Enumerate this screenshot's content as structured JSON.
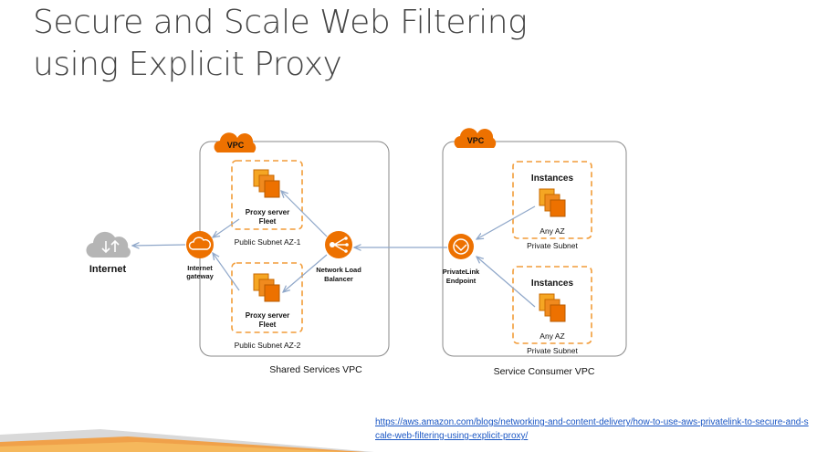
{
  "title": {
    "line1": "Secure and Scale Web Filtering",
    "line2": "using Explicit Proxy"
  },
  "diagram": {
    "internet": {
      "label": "Internet"
    },
    "internet_gateway": {
      "line1": "Internet",
      "line2": "gateway"
    },
    "shared_vpc": {
      "badge": "VPC",
      "caption": "Shared Services VPC",
      "subnet_top": {
        "fleet_line1": "Proxy server",
        "fleet_line2": "Fleet",
        "caption": "Public Subnet AZ-1"
      },
      "subnet_bottom": {
        "fleet_line1": "Proxy server",
        "fleet_line2": "Fleet",
        "caption": "Public Subnet AZ-2"
      },
      "nlb": {
        "line1": "Network Load",
        "line2": "Balancer"
      }
    },
    "consumer_vpc": {
      "badge": "VPC",
      "caption": "Service Consumer VPC",
      "endpoint": {
        "line1": "PrivateLink",
        "line2": "Endpoint"
      },
      "subnet_top": {
        "title": "Instances",
        "az": "Any AZ",
        "caption": "Private Subnet"
      },
      "subnet_bottom": {
        "title": "Instances",
        "az": "Any AZ",
        "caption": "Private Subnet"
      }
    }
  },
  "reference": {
    "url": "https://aws.amazon.com/blogs/networking-and-content-delivery/how-to-use-aws-privatelink-to-secure-and-scale-web-filtering-using-explicit-proxy/"
  },
  "colors": {
    "aws_orange": "#ed7100",
    "aws_orange_light": "#f5a623",
    "dashed_orange": "#f29c38",
    "arrow_blue": "#8fa7c9",
    "cloud_gray": "#b5b5b5"
  }
}
